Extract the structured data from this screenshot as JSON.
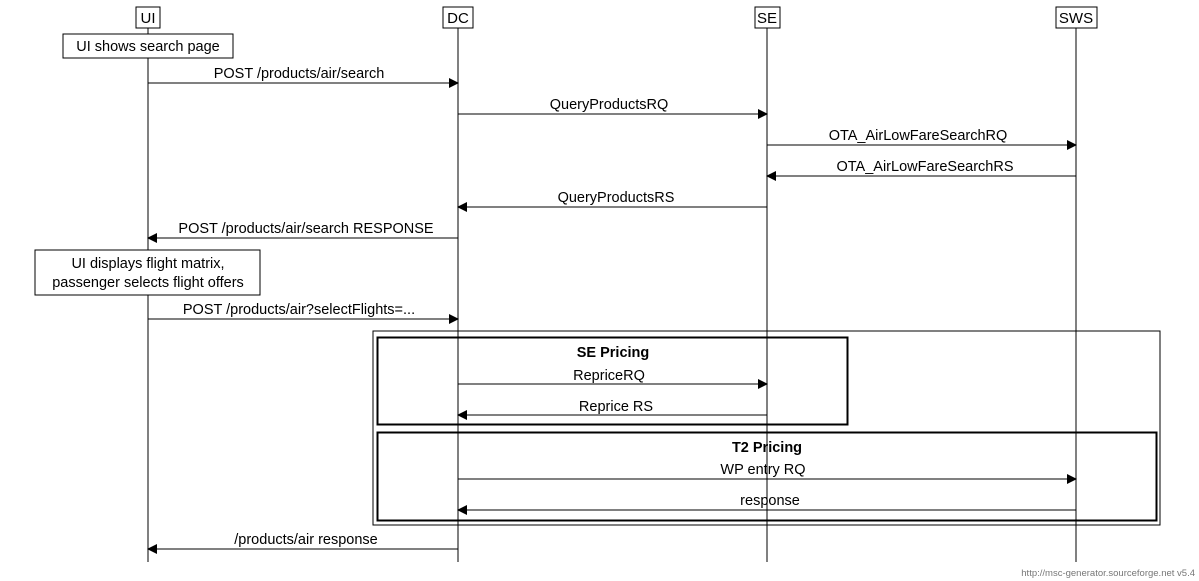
{
  "entities": [
    {
      "id": "ui",
      "name": "UI"
    },
    {
      "id": "dc",
      "name": "DC"
    },
    {
      "id": "se",
      "name": "SE"
    },
    {
      "id": "sws",
      "name": "SWS"
    }
  ],
  "notes": {
    "search_page": "UI shows search page",
    "flight_matrix_line1": "UI displays flight matrix,",
    "flight_matrix_line2": "passenger selects flight offers"
  },
  "messages": {
    "post_search": "POST /products/air/search",
    "query_products_rq": "QueryProductsRQ",
    "ota_rq": "OTA_AirLowFareSearchRQ",
    "ota_rs": "OTA_AirLowFareSearchRS",
    "query_products_rs": "QueryProductsRS",
    "post_search_response": "POST /products/air/search RESPONSE",
    "post_select": "POST /products/air?selectFlights=...",
    "reprice_rq": "RepriceRQ",
    "reprice_rs": "Reprice RS",
    "wp_entry_rq": "WP entry RQ",
    "response": "response",
    "air_response": "/products/air response"
  },
  "groups": {
    "se_pricing": "SE Pricing",
    "t2_pricing": "T2 Pricing"
  },
  "footer": "http://msc-generator.sourceforge.net v5.4"
}
